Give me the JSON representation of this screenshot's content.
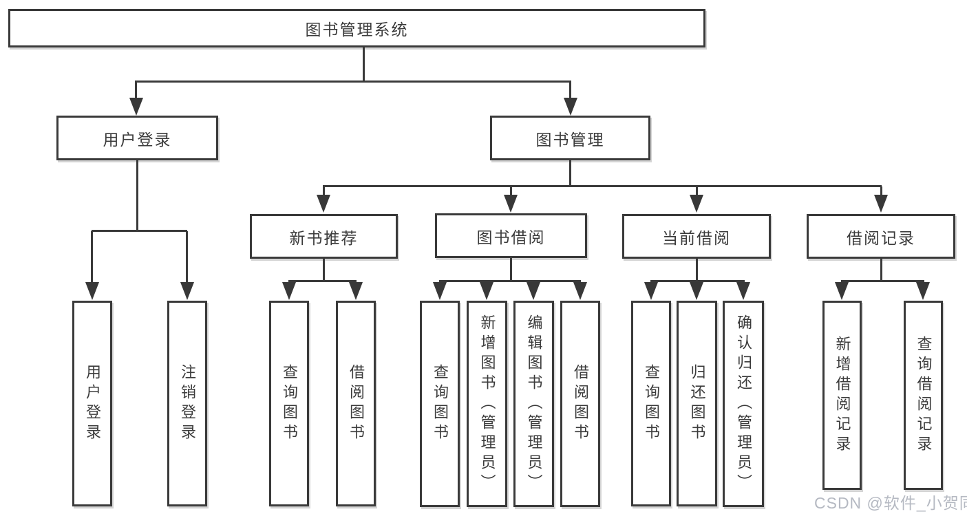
{
  "diagram": {
    "title": "图书管理系统",
    "tree": {
      "label": "图书管理系统",
      "children": [
        {
          "label": "用户登录",
          "children": [
            {
              "label": "用户登录"
            },
            {
              "label": "注销登录"
            }
          ]
        },
        {
          "label": "图书管理",
          "children": [
            {
              "label": "新书推荐",
              "children": [
                {
                  "label": "查询图书"
                },
                {
                  "label": "借阅图书"
                }
              ]
            },
            {
              "label": "图书借阅",
              "children": [
                {
                  "label": "查询图书"
                },
                {
                  "label": "新增图书（管理员）"
                },
                {
                  "label": "编辑图书（管理员）"
                },
                {
                  "label": "借阅图书"
                }
              ]
            },
            {
              "label": "当前借阅",
              "children": [
                {
                  "label": "查询图书"
                },
                {
                  "label": "归还图书"
                },
                {
                  "label": "确认归还（管理员）"
                }
              ]
            },
            {
              "label": "借阅记录",
              "children": [
                {
                  "label": "新增借阅记录"
                },
                {
                  "label": "查询借阅记录"
                }
              ]
            }
          ]
        }
      ]
    },
    "colors": {
      "line": "#3a3a3a",
      "text": "#3b3b3b",
      "background": "#ffffff",
      "watermark": "#b5b9c2"
    }
  },
  "watermark": {
    "text": "CSDN @软件_小贺同学"
  }
}
